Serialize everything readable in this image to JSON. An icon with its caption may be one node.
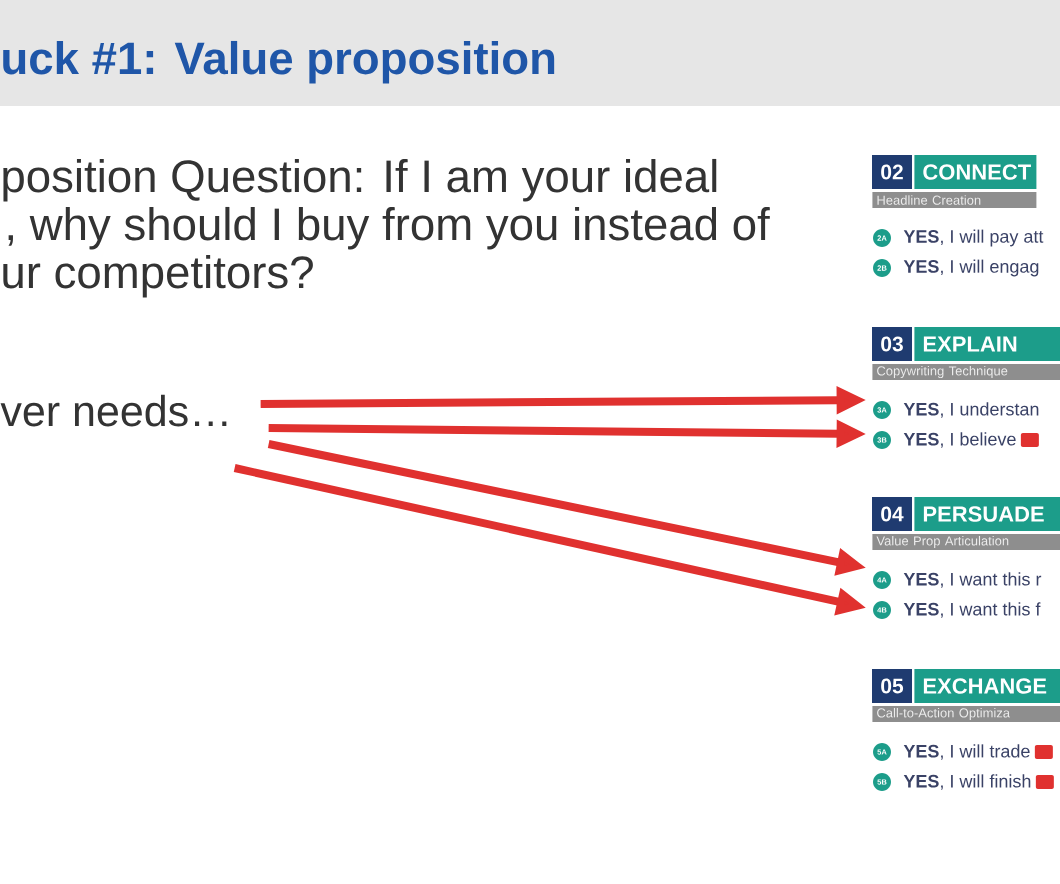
{
  "diagram": {
    "title": "uck #1: Value proposition",
    "nodes": [
      {
        "text": [
          "ver needs…"
        ]
      },
      {
        "text": [
          "02"
        ]
      },
      {
        "text": [
          "CONNECT"
        ]
      },
      {
        "text": [
          "Headline Creation"
        ]
      },
      {
        "text": [
          "2A"
        ],
        "beside": [
          "**YES**, I will pay att"
        ]
      },
      {
        "text": [
          "2B"
        ],
        "beside": [
          "**YES**, I will engag"
        ]
      },
      {
        "text": [
          "03"
        ]
      },
      {
        "text": [
          "EXPLAIN"
        ]
      },
      {
        "text": [
          "Copywriting Technique"
        ]
      },
      {
        "text": [
          "3A"
        ],
        "beside": [
          "**YES**, I understan"
        ]
      },
      {
        "text": [
          "3B"
        ],
        "beside": [
          "**YES**, I believe"
        ]
      },
      {
        "text": [
          "04"
        ]
      },
      {
        "text": [
          "PERSUADE"
        ]
      },
      {
        "text": [
          "Value Prop Articulation"
        ]
      },
      {
        "text": [
          "4A"
        ],
        "beside": [
          "**YES**, I want this r"
        ]
      },
      {
        "text": [
          "4B"
        ],
        "beside": [
          "**YES**, I want this f"
        ]
      },
      {
        "text": [
          "05"
        ]
      },
      {
        "text": [
          "EXCHANGE"
        ]
      },
      {
        "text": [
          "Call-to-Action Optimiza"
        ]
      },
      {
        "text": [
          "5A"
        ],
        "beside": [
          "**YES**, I will trade"
        ]
      },
      {
        "text": [
          "5B"
        ],
        "beside": [
          "**YES**, I will finish"
        ]
      }
    ],
    "edges": [
      {
        "from": 0,
        "to": 9,
        "arrow": "to"
      },
      {
        "from": 0,
        "to": 10,
        "arrow": "to"
      },
      {
        "from": 0,
        "to": 14,
        "arrow": "to"
      },
      {
        "from": 0,
        "to": 15,
        "arrow": "to"
      }
    ],
    "labels": [
      "position Question: If I am your ideal",
      ", why should I buy from you instead of",
      "ur competitors?"
    ]
  }
}
